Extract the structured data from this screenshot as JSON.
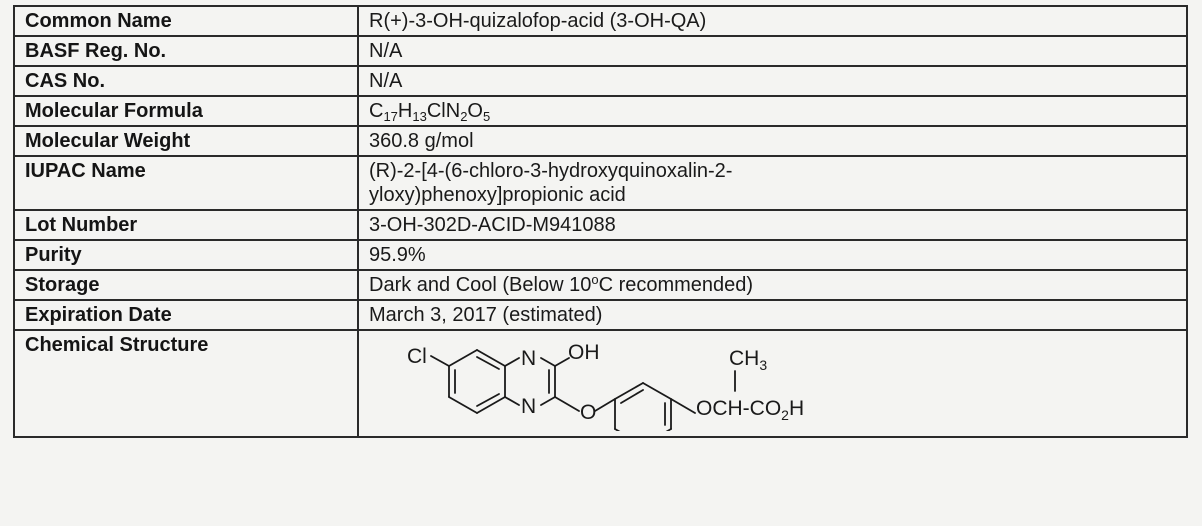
{
  "rows": [
    {
      "label": "Common Name",
      "value": "R(+)-3-OH-quizalofop-acid (3-OH-QA)"
    },
    {
      "label": "BASF Reg. No.",
      "value": "N/A"
    },
    {
      "label": "CAS No.",
      "value": "N/A"
    },
    {
      "label": "Molecular Formula",
      "value_parts": [
        "C",
        "17",
        "H",
        "13",
        "ClN",
        "2",
        "O",
        "5"
      ]
    },
    {
      "label": "Molecular Weight",
      "value": "360.8 g/mol"
    },
    {
      "label": "IUPAC Name",
      "value_lines": [
        "(R)-2-[4-(6-chloro-3-hydroxyquinoxalin-2-",
        "yloxy)phenoxy]propionic acid"
      ]
    },
    {
      "label": "Lot Number",
      "value": "3-OH-302D-ACID-M941088"
    },
    {
      "label": "Purity",
      "value": "95.9%"
    },
    {
      "label": "Storage",
      "value_parts": [
        "Dark and Cool (Below 10",
        "o",
        "C recommended)"
      ]
    },
    {
      "label": "Expiration Date",
      "value": "March 3, 2017 (estimated)"
    },
    {
      "label": "Chemical Structure"
    }
  ],
  "structure": {
    "labels": {
      "cl": "Cl",
      "n_top": "N",
      "oh": "OH",
      "n_bottom": "N",
      "o_ether1": "O",
      "och": "OCH-CO",
      "co2_sub": "2",
      "h_end": "H",
      "ch3": "CH",
      "ch3_sub": "3"
    }
  }
}
